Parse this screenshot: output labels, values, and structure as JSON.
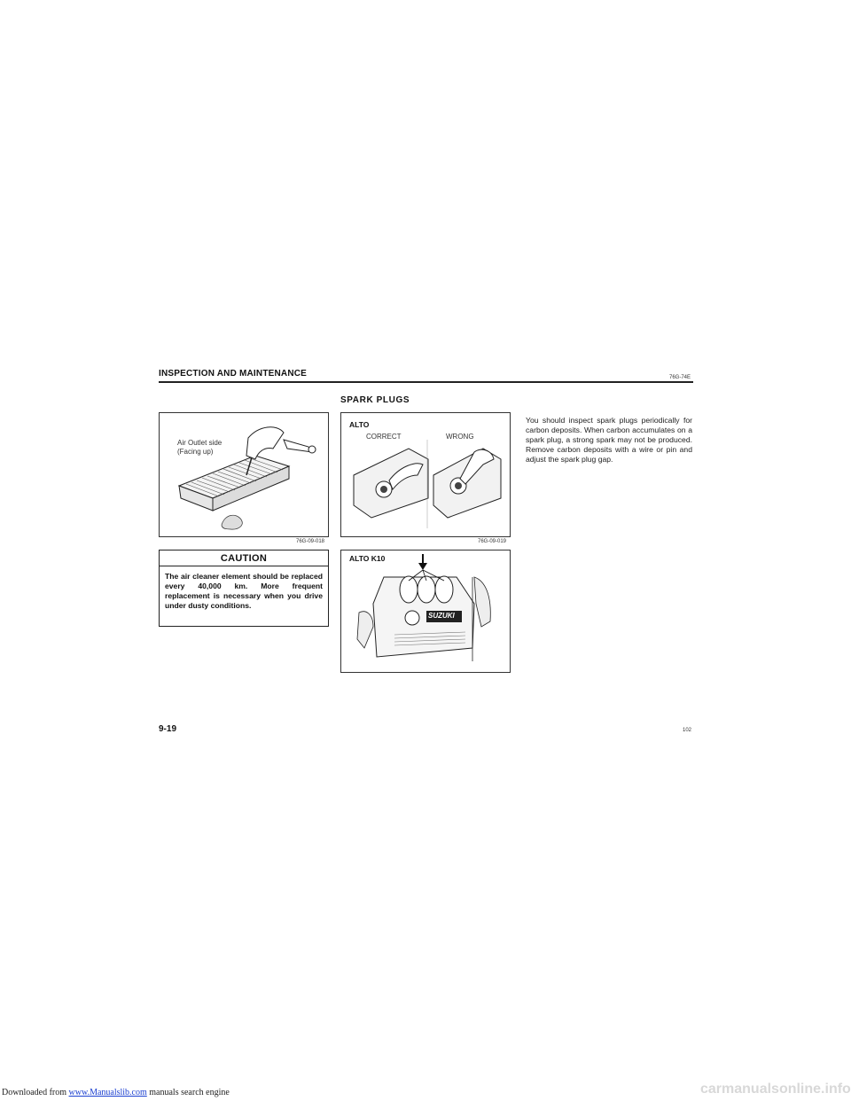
{
  "header": {
    "title": "INSPECTION AND MAINTENANCE",
    "code": "76G-74E"
  },
  "section": {
    "title": "SPARK PLUGS"
  },
  "figure1": {
    "label_line1": "Air Outlet side",
    "label_line2": "(Facing up)",
    "code": "76G-09-018"
  },
  "figure2": {
    "model": "ALTO",
    "label_correct": "CORRECT",
    "label_wrong": "WRONG",
    "code": "76G-09-019"
  },
  "figure3": {
    "model": "ALTO K10",
    "brand": "SUZUKI"
  },
  "caution": {
    "heading": "CAUTION",
    "body": "The air cleaner element should be replaced every 40,000 km. More frequent replacement is necessary when you drive under dusty conditions."
  },
  "body_text": "You should inspect spark plugs periodically for carbon deposits. When carbon accumulates on a spark plug, a strong spark may not be produced. Remove carbon deposits with a wire or pin and adjust the spark plug gap.",
  "page": {
    "number": "9-19",
    "sheet": "102"
  },
  "footer": {
    "prefix": "Downloaded from",
    "link": "www.Manualslib.com",
    "suffix": "manuals search engine",
    "watermark": "carmanualsonline.info"
  }
}
